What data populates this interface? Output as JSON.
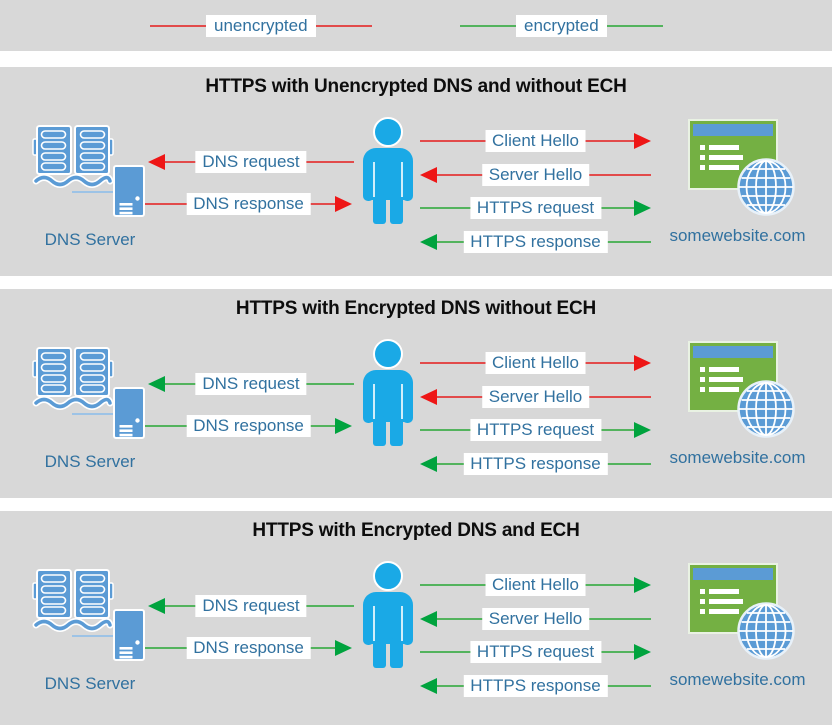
{
  "colors": {
    "background_gray": "#d8d8d8",
    "icon_blue": "#5b9bd5",
    "person_blue": "#1aa9e6",
    "website_green": "#74b043",
    "label_text_blue": "#31719f",
    "title_black": "#0d0d0d",
    "unencrypted_red": "#e24b4b",
    "encrypted_green": "#53b35d"
  },
  "legend": {
    "items": [
      {
        "label": "unencrypted",
        "line_color": "#e24b4b"
      },
      {
        "label": "encrypted",
        "line_color": "#53b35d"
      }
    ]
  },
  "panels": [
    {
      "title": "HTTPS with Unencrypted DNS and without ECH",
      "dns_server_label": "DNS Server",
      "website_label": "somewebsite.com",
      "arrows": {
        "dns_request": {
          "label": "DNS request",
          "direction": "left",
          "encryption": "unencrypted",
          "line_color": "#e24b4b",
          "head_color": "#ee1616"
        },
        "dns_response": {
          "label": "DNS response",
          "direction": "right",
          "encryption": "unencrypted",
          "line_color": "#e24b4b",
          "head_color": "#ee1616"
        },
        "client_hello": {
          "label": "Client Hello",
          "direction": "right",
          "encryption": "unencrypted",
          "line_color": "#e24b4b",
          "head_color": "#ee1616"
        },
        "server_hello": {
          "label": "Server Hello",
          "direction": "left",
          "encryption": "unencrypted",
          "line_color": "#e24b4b",
          "head_color": "#ee1616"
        },
        "https_request": {
          "label": "HTTPS request",
          "direction": "right",
          "encryption": "encrypted",
          "line_color": "#53b35d",
          "head_color": "#00a33e"
        },
        "https_response": {
          "label": "HTTPS response",
          "direction": "left",
          "encryption": "encrypted",
          "line_color": "#53b35d",
          "head_color": "#00a33e"
        }
      }
    },
    {
      "title": "HTTPS with Encrypted DNS without ECH",
      "dns_server_label": "DNS Server",
      "website_label": "somewebsite.com",
      "arrows": {
        "dns_request": {
          "label": "DNS request",
          "direction": "left",
          "encryption": "encrypted",
          "line_color": "#53b35d",
          "head_color": "#00a33e"
        },
        "dns_response": {
          "label": "DNS response",
          "direction": "right",
          "encryption": "encrypted",
          "line_color": "#53b35d",
          "head_color": "#00a33e"
        },
        "client_hello": {
          "label": "Client Hello",
          "direction": "right",
          "encryption": "unencrypted",
          "line_color": "#e24b4b",
          "head_color": "#ee1616"
        },
        "server_hello": {
          "label": "Server Hello",
          "direction": "left",
          "encryption": "unencrypted",
          "line_color": "#e24b4b",
          "head_color": "#ee1616"
        },
        "https_request": {
          "label": "HTTPS request",
          "direction": "right",
          "encryption": "encrypted",
          "line_color": "#53b35d",
          "head_color": "#00a33e"
        },
        "https_response": {
          "label": "HTTPS response",
          "direction": "left",
          "encryption": "encrypted",
          "line_color": "#53b35d",
          "head_color": "#00a33e"
        }
      }
    },
    {
      "title": "HTTPS with Encrypted DNS and ECH",
      "dns_server_label": "DNS Server",
      "website_label": "somewebsite.com",
      "arrows": {
        "dns_request": {
          "label": "DNS request",
          "direction": "left",
          "encryption": "encrypted",
          "line_color": "#53b35d",
          "head_color": "#00a33e"
        },
        "dns_response": {
          "label": "DNS response",
          "direction": "right",
          "encryption": "encrypted",
          "line_color": "#53b35d",
          "head_color": "#00a33e"
        },
        "client_hello": {
          "label": "Client Hello",
          "direction": "right",
          "encryption": "encrypted",
          "line_color": "#53b35d",
          "head_color": "#00a33e"
        },
        "server_hello": {
          "label": "Server Hello",
          "direction": "left",
          "encryption": "encrypted",
          "line_color": "#53b35d",
          "head_color": "#00a33e"
        },
        "https_request": {
          "label": "HTTPS request",
          "direction": "right",
          "encryption": "encrypted",
          "line_color": "#53b35d",
          "head_color": "#00a33e"
        },
        "https_response": {
          "label": "HTTPS response",
          "direction": "left",
          "encryption": "encrypted",
          "line_color": "#53b35d",
          "head_color": "#00a33e"
        }
      }
    }
  ]
}
